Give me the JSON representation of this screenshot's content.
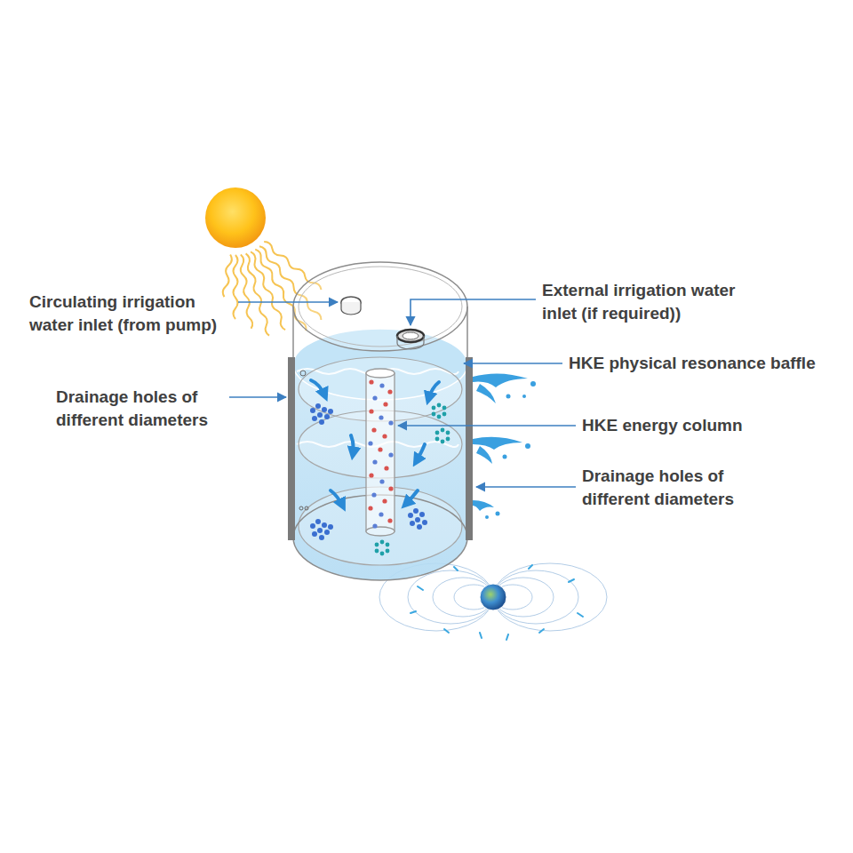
{
  "diagram": {
    "labels": [
      "Circulating irrigation water inlet (from pump)",
      "External irrigation water inlet (if required))",
      "HKE physical resonance baffle",
      "Drainage holes of different diameters",
      "HKE energy column",
      "Drainage holes of different diameters"
    ]
  }
}
